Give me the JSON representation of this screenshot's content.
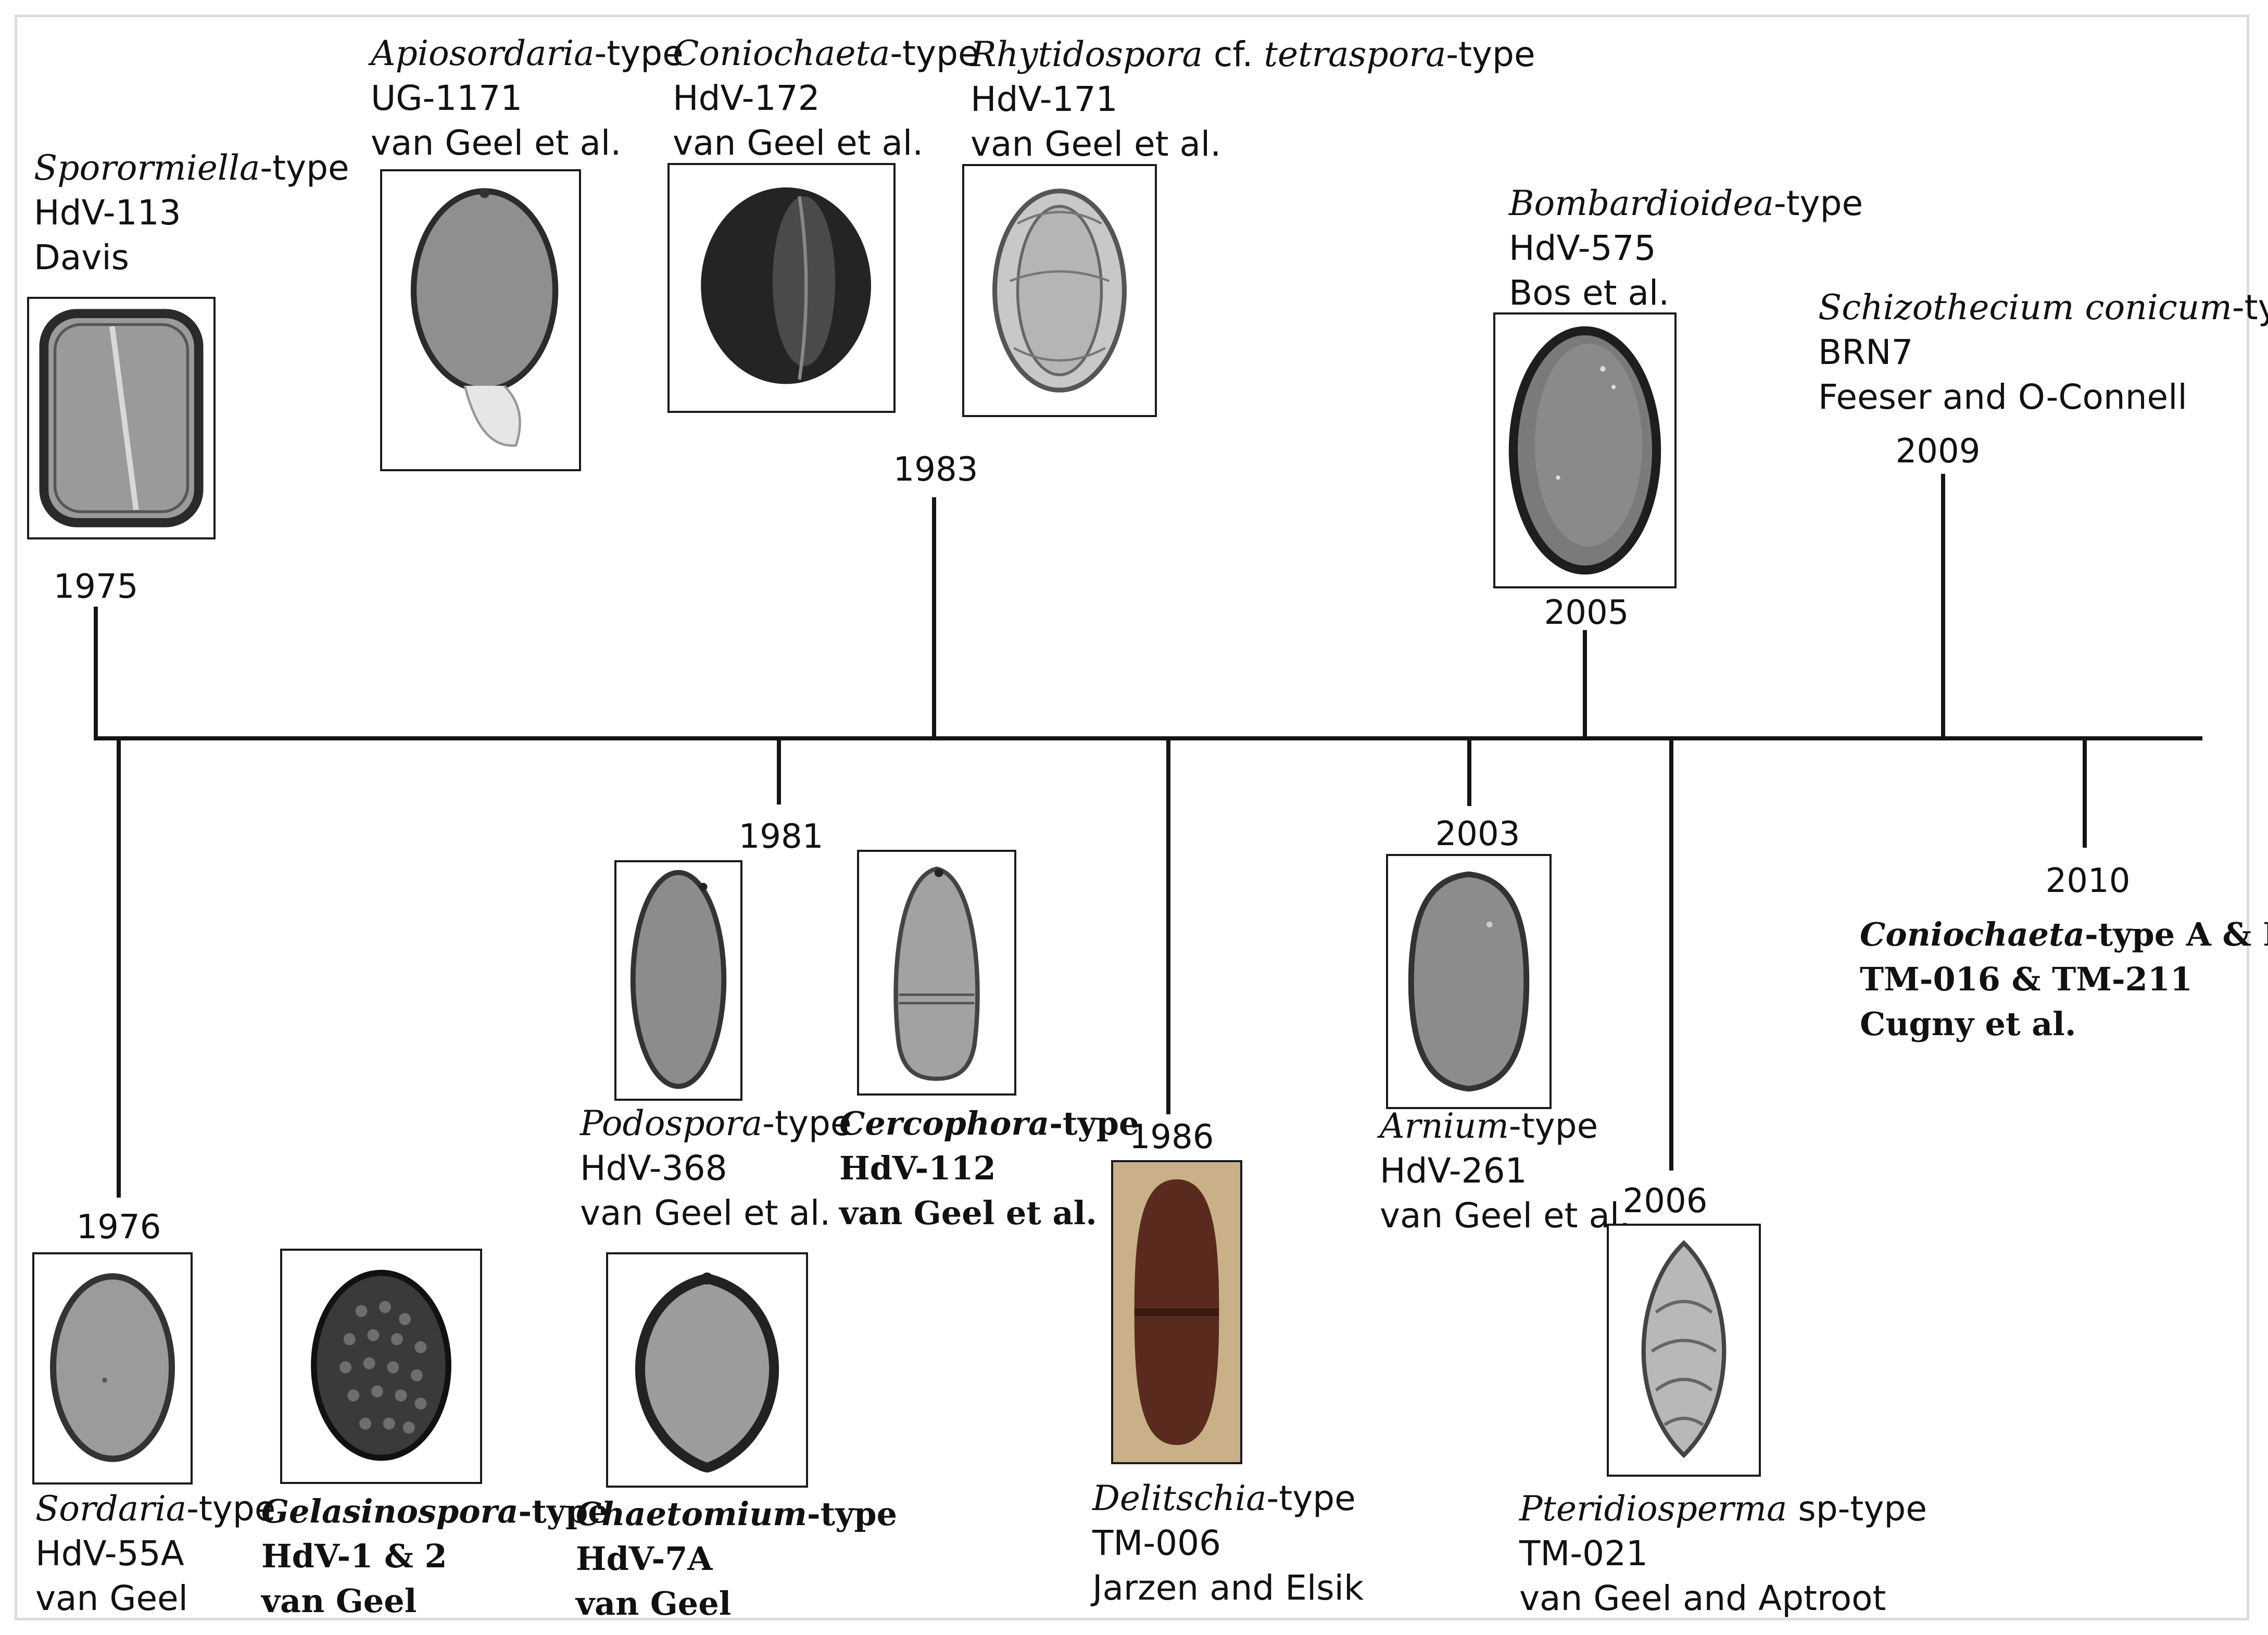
{
  "timeline": {
    "entries": [
      {
        "key": "sporormiella",
        "year": "1975",
        "taxon": "Sporormiella",
        "type_suffix": "-type",
        "code": "HdV-113",
        "author": "Davis",
        "bold": false
      },
      {
        "key": "apiosordaria",
        "year": "",
        "taxon": "Apiosordaria",
        "type_suffix": "-type",
        "code": "UG-1171",
        "author": "van Geel et al.",
        "bold": false
      },
      {
        "key": "coniochaeta",
        "year": "",
        "taxon": "Coniochaeta",
        "type_suffix": "-type",
        "code": "HdV-172",
        "author": "van Geel et al.",
        "bold": false
      },
      {
        "key": "rhytidospora",
        "year": "1983",
        "taxon": "Rhytidospora",
        "type_suffix": " cf. ",
        "taxon2": "tetraspora",
        "type_suffix2": "-type",
        "code": "HdV-171",
        "author": "van Geel et al.",
        "bold": false
      },
      {
        "key": "bombardioidea",
        "year": "2005",
        "taxon": "Bombardioidea",
        "type_suffix": "-type",
        "code": "HdV-575",
        "author": "Bos et al.",
        "bold": false
      },
      {
        "key": "schizothecium",
        "year": "2009",
        "taxon": "Schizothecium conicum",
        "type_suffix": "-type",
        "code": "BRN7",
        "author": "Feeser and O-Connell",
        "bold": false
      },
      {
        "key": "sordaria",
        "year": "1976",
        "taxon": "Sordaria",
        "type_suffix": "-type",
        "code": "HdV-55A",
        "author": "van Geel",
        "bold": false
      },
      {
        "key": "gelasinospora",
        "year": "",
        "taxon": "Gelasinospora",
        "type_suffix": "-type",
        "code": "HdV-1 & 2",
        "author": "van Geel",
        "bold": true
      },
      {
        "key": "chaetomium",
        "year": "",
        "taxon": "Chaetomium",
        "type_suffix": "-type",
        "code": "HdV-7A",
        "author": "van Geel",
        "bold": true
      },
      {
        "key": "podospora",
        "year": "1981",
        "taxon": "Podospora",
        "type_suffix": "-type",
        "code": "HdV-368",
        "author": "van Geel et al.",
        "bold": false
      },
      {
        "key": "cercophora",
        "year": "",
        "taxon": "Cercophora",
        "type_suffix": "-type",
        "code": "HdV-112",
        "author": "van Geel et al.",
        "bold": true
      },
      {
        "key": "delitschia",
        "year": "1986",
        "taxon": "Delitschia",
        "type_suffix": "-type",
        "code": "TM-006",
        "author": "Jarzen and Elsik",
        "bold": false
      },
      {
        "key": "arnium",
        "year": "2003",
        "taxon": "Arnium",
        "type_suffix": "-type",
        "code": "HdV-261",
        "author": "van Geel et al.",
        "bold": false
      },
      {
        "key": "pteridiosperma",
        "year": "2006",
        "taxon": "Pteridiosperma",
        "type_suffix": " sp-type",
        "code": "TM-021",
        "author": "van Geel and Aptroot",
        "bold": false
      },
      {
        "key": "coniochaeta_ab",
        "year": "2010",
        "taxon": "Coniochaeta",
        "type_suffix": "-type A & B",
        "code": "TM-016 & TM-211",
        "author": "Cugny et al.",
        "bold": true
      }
    ]
  },
  "colors": {
    "line": "#141414",
    "spore_gray": "#8c8c8c",
    "spore_dark": "#2a2a2a",
    "delitschia_brown": "#5a2a1e",
    "delitschia_bg": "#c9b089"
  },
  "icons": [
    "spore-image"
  ]
}
